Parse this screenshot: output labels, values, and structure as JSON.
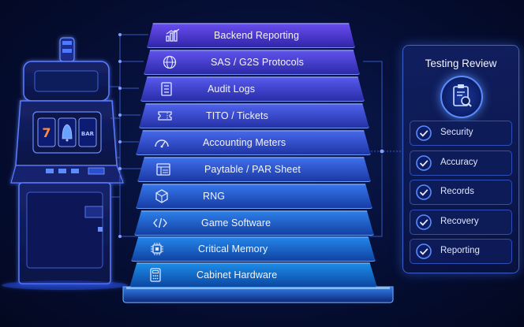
{
  "layers": [
    {
      "label": "Backend Reporting",
      "icon": "bar-chart-icon"
    },
    {
      "label": "SAS / G2S Protocols",
      "icon": "globe-icon"
    },
    {
      "label": "Audit Logs",
      "icon": "list-icon"
    },
    {
      "label": "TITO / Tickets",
      "icon": "ticket-icon"
    },
    {
      "label": "Accounting Meters",
      "icon": "gauge-icon"
    },
    {
      "label": "Paytable / PAR Sheet",
      "icon": "table-icon"
    },
    {
      "label": "RNG",
      "icon": "cube-icon"
    },
    {
      "label": "Game Software",
      "icon": "code-icon"
    },
    {
      "label": "Critical Memory",
      "icon": "chip-icon"
    },
    {
      "label": "Cabinet Hardware",
      "icon": "calculator-icon"
    }
  ],
  "panel": {
    "title": "Testing Review",
    "icon": "clipboard-search-icon",
    "items": [
      {
        "label": "Security"
      },
      {
        "label": "Accuracy"
      },
      {
        "label": "Records"
      },
      {
        "label": "Recovery"
      },
      {
        "label": "Reporting"
      }
    ]
  },
  "machine": {
    "reels": [
      "7",
      "bell",
      "BAR"
    ]
  },
  "colors": {
    "layer_top": "#6a4cf0",
    "layer_bottom": "#1b8de8",
    "accent": "#5a8cff"
  }
}
